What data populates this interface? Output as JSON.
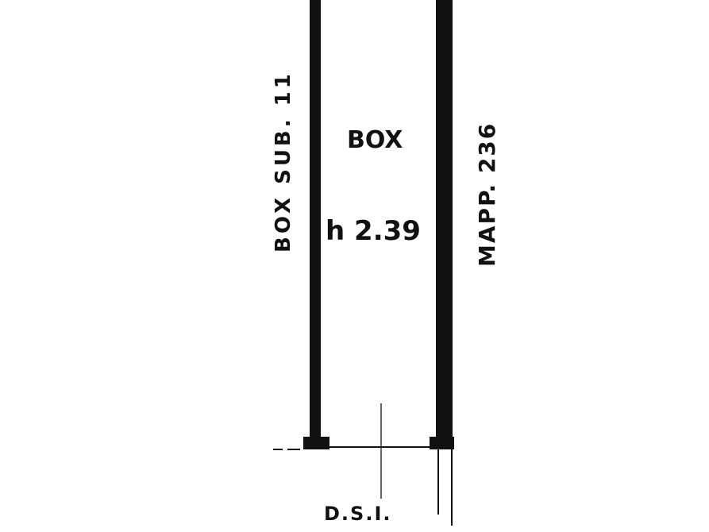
{
  "plan": {
    "room_name": "BOX",
    "room_height": "h 2.39",
    "left_label": "BOX SUB. 11",
    "right_label": "MAPP. 236",
    "bottom_label": "D.S.I."
  },
  "colors": {
    "ink": "#111111",
    "background": "#ffffff"
  }
}
